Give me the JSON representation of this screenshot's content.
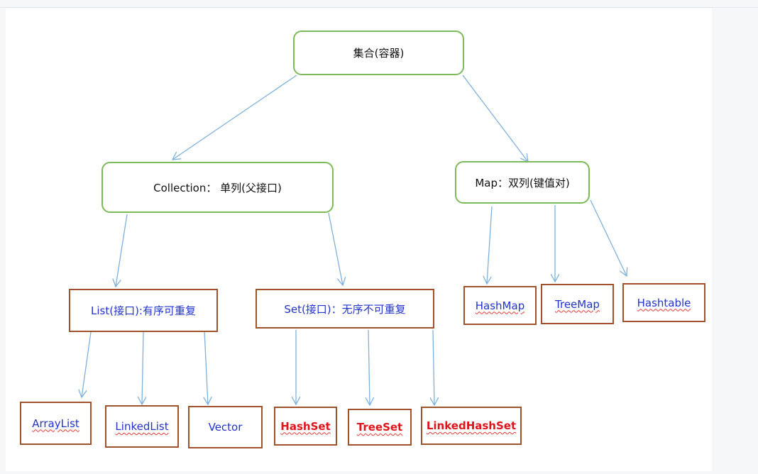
{
  "diagram": {
    "root": "集合(容器)",
    "collection": "Collection：  单列(父接口)",
    "map": "Map：双列(键值对)",
    "list": "List(接口):有序可重复",
    "set": "Set(接口)：无序不可重复",
    "list_impls": [
      "ArrayList",
      "LinkedList",
      "Vector"
    ],
    "set_impls": [
      "HashSet",
      "TreeSet",
      "LinkedHashSet"
    ],
    "map_impls": [
      "HashMap",
      "TreeMap",
      "Hashtable"
    ]
  },
  "colors": {
    "edge": "#7fb0dc",
    "green_border": "#7dba5a",
    "brown_border": "#a0522d",
    "blue_text": "#2233cc",
    "red_text": "#e0131a"
  }
}
